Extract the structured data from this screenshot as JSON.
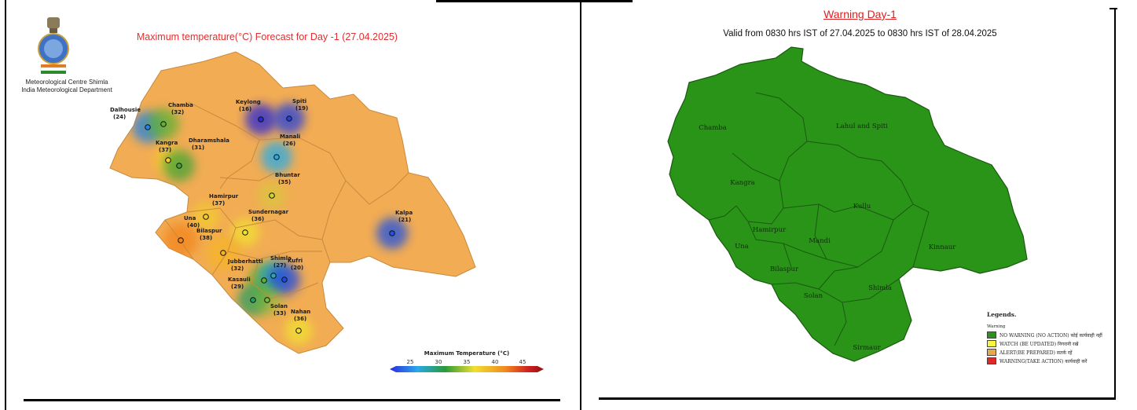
{
  "left_panel": {
    "org_line1": "Meteorological Centre Shimla",
    "org_line2": "India Meteorological Department",
    "title": "Maximum temperature(°C) Forecast for Day -1 (27.04.2025)",
    "colorbar_title": "Maximum Temperature (°C)",
    "colorbar_ticks": [
      "25",
      "30",
      "35",
      "40",
      "45"
    ],
    "colors": {
      "land": "#f2ac54",
      "border": "#c8893d"
    },
    "stations": [
      {
        "name": "Dalhousie",
        "value": "(24)",
        "temp": 24
      },
      {
        "name": "Chamba",
        "value": "(32)",
        "temp": 32
      },
      {
        "name": "Keylong",
        "value": "(16)",
        "temp": 16
      },
      {
        "name": "Spiti",
        "value": "(19)",
        "temp": 19
      },
      {
        "name": "Kangra",
        "value": "(37)",
        "temp": 37
      },
      {
        "name": "Dharamshala",
        "value": "(31)",
        "temp": 31
      },
      {
        "name": "Manali",
        "value": "(26)",
        "temp": 26
      },
      {
        "name": "Bhuntar",
        "value": "(35)",
        "temp": 35
      },
      {
        "name": "Hamirpur",
        "value": "(37)",
        "temp": 37
      },
      {
        "name": "Sundernagar",
        "value": "(36)",
        "temp": 36
      },
      {
        "name": "Una",
        "value": "(40)",
        "temp": 40
      },
      {
        "name": "Bilaspur",
        "value": "(38)",
        "temp": 38
      },
      {
        "name": "Kalpa",
        "value": "(21)",
        "temp": 21
      },
      {
        "name": "Jubberhatti",
        "value": "(32)",
        "temp": 32
      },
      {
        "name": "Shimla",
        "value": "(27)",
        "temp": 27
      },
      {
        "name": "Kufri",
        "value": "(20)",
        "temp": 20
      },
      {
        "name": "Kasauli",
        "value": "(29)",
        "temp": 29
      },
      {
        "name": "Solan",
        "value": "(33)",
        "temp": 33
      },
      {
        "name": "Nahan",
        "value": "(36)",
        "temp": 36
      }
    ]
  },
  "right_panel": {
    "title": "Warning Day-1",
    "subtitle": "Valid from 0830 hrs IST of 27.04.2025 to 0830 hrs IST of 28.04.2025",
    "colors": {
      "no_warning": "#2a9418",
      "district_border": "#1a5a10"
    },
    "districts": [
      "Chamba",
      "Lahul and Spiti",
      "Kangra",
      "Kullu",
      "Hamirpur",
      "Una",
      "Mandi",
      "Kinnaur",
      "Bilaspur",
      "Solan",
      "Shimla",
      "Sirmaur"
    ],
    "legend_title": "Legends.",
    "legend_subtitle": "Warning",
    "legend_items": [
      {
        "label": "NO WARNING (NO ACTION) कोई कार्यवाही नहीं",
        "color": "#2a9418"
      },
      {
        "label": "WATCH (BE UPDATED) निगरानी रखें",
        "color": "#f5f542"
      },
      {
        "label": "ALERT(BE PREPARED) सतर्क रहें",
        "color": "#e8a84a"
      },
      {
        "label": "WARNING(TAKE ACTION) कार्यवाही करें",
        "color": "#e02828"
      }
    ]
  }
}
